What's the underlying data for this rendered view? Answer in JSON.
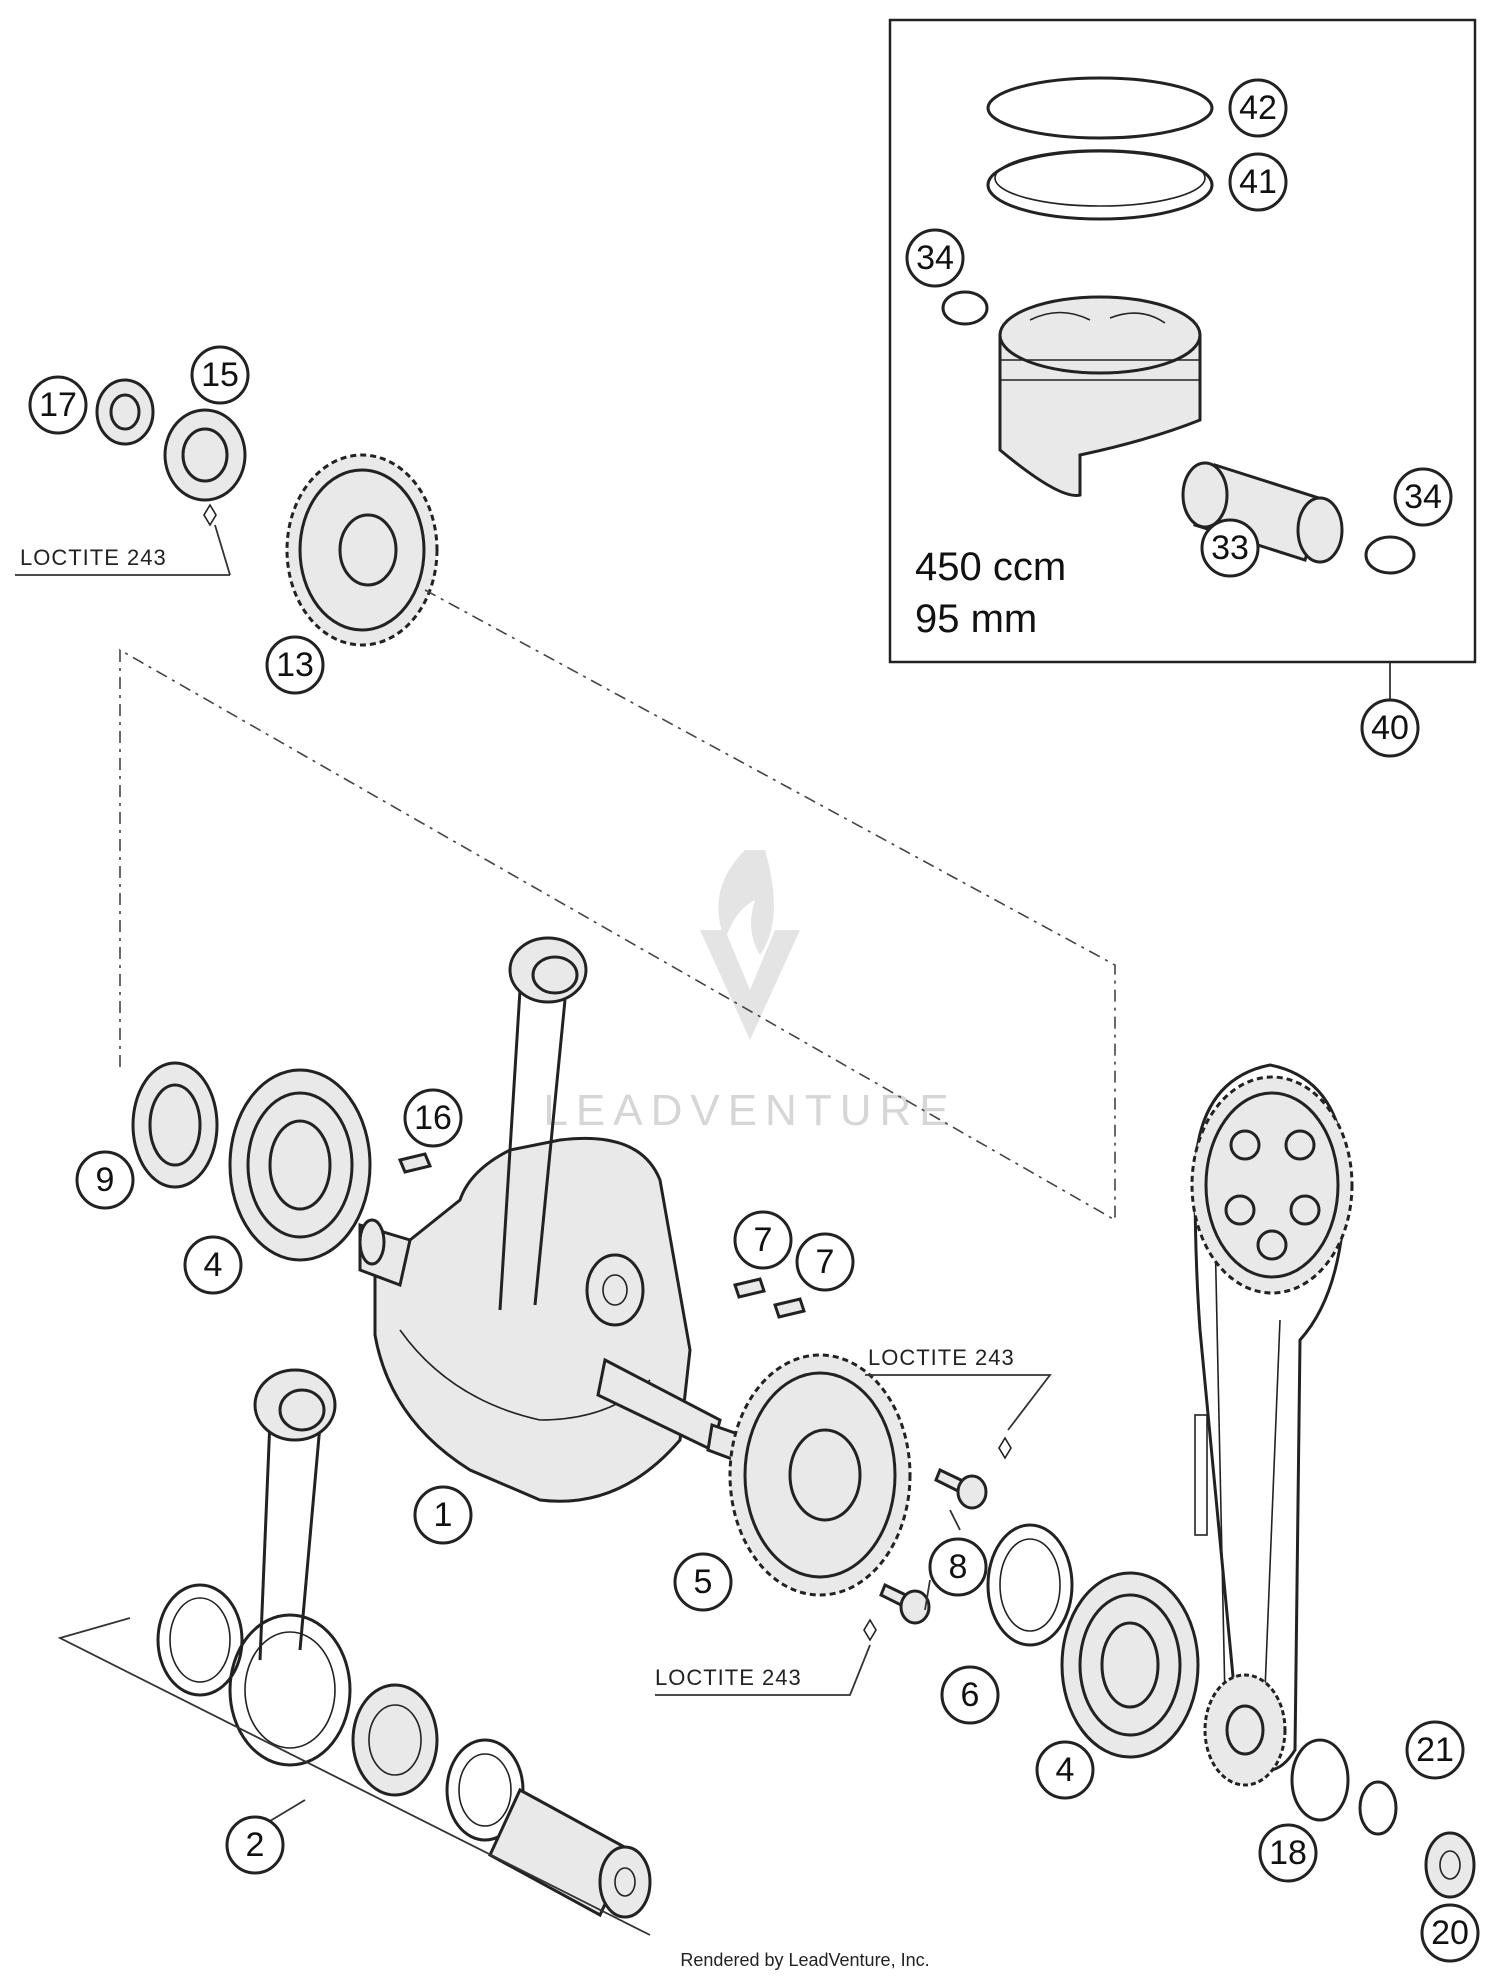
{
  "callouts": [
    {
      "label": "42"
    },
    {
      "label": "41"
    },
    {
      "label": "34"
    },
    {
      "label": "34"
    },
    {
      "label": "33"
    },
    {
      "label": "40"
    },
    {
      "label": "17"
    },
    {
      "label": "15"
    },
    {
      "label": "13"
    },
    {
      "label": "16"
    },
    {
      "label": "9"
    },
    {
      "label": "4"
    },
    {
      "label": "7"
    },
    {
      "label": "7"
    },
    {
      "label": "1"
    },
    {
      "label": "2"
    },
    {
      "label": "5"
    },
    {
      "label": "8"
    },
    {
      "label": "6"
    },
    {
      "label": "4"
    },
    {
      "label": "21"
    },
    {
      "label": "18"
    },
    {
      "label": "20"
    }
  ],
  "notes": {
    "loctite_top": "LOCTITE 243",
    "loctite_right_upper": "LOCTITE 243",
    "loctite_right_lower": "LOCTITE 243"
  },
  "piston_kit": {
    "displacement": "450 ccm",
    "bore": "95 mm"
  },
  "watermark": "LEADVENTURE",
  "credit": "Rendered by LeadVenture, Inc."
}
